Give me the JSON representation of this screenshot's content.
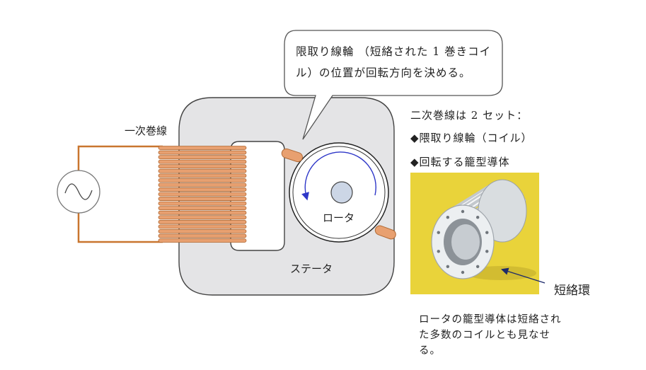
{
  "callout": {
    "text": "限取り線輪 （短絡された 1 巻きコイル）の位置が回転方向を決める。"
  },
  "labels": {
    "primary_winding": "一次巻線",
    "rotor": "ロータ",
    "stator": "ステータ",
    "short_ring": "短絡環"
  },
  "secondary": {
    "title": "二次巻線は 2 セット：",
    "items": [
      "◆隈取り線輪（コイル）",
      "◆回転する籠型導体"
    ]
  },
  "note": "ロータの籠型導体は短絡された多数のコイルとも見なせる。",
  "colors": {
    "stator": "#e4e4e6",
    "coil": "#e8a070",
    "wire": "#c9762f",
    "rotation_arrow": "#2e37c8",
    "photo_bg": "#e9d33a"
  },
  "icons": {
    "source": "ac-source-icon",
    "rotation": "rotation-arrow-icon"
  }
}
